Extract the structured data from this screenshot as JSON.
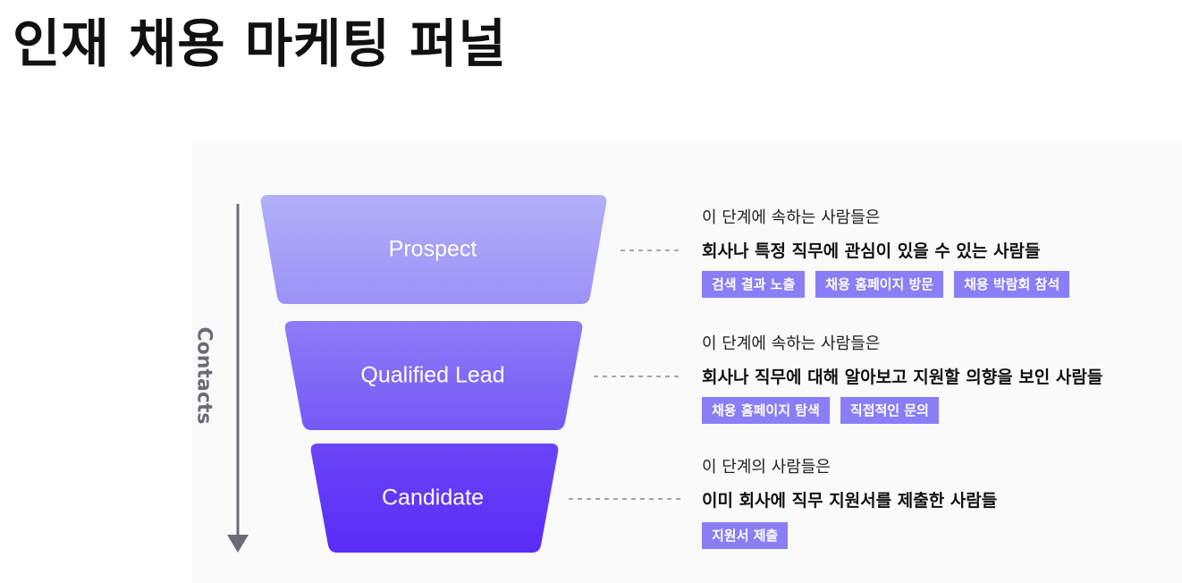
{
  "title": "인재 채용 마케팅 퍼널",
  "axis_label": "Contacts",
  "stages": [
    {
      "name": "Prospect",
      "lead": "이 단계에 속하는 사람들은",
      "description": "회사나 특정 직무에 관심이 있을 수 있는 사람들",
      "tags": [
        "검색 결과 노출",
        "채용 홈페이지 방문",
        "채용 박람회 참석"
      ],
      "color": "#a8a6f6"
    },
    {
      "name": "Qualified Lead",
      "lead": "이 단계에 속하는 사람들은",
      "description": "회사나 직무에 대해 알아보고 지원할 의향을 보인 사람들",
      "tags": [
        "채용 홈페이지 탐색",
        "직접적인 문의"
      ],
      "color": "#7d66f6"
    },
    {
      "name": "Candidate",
      "lead": "이 단계의 사람들은",
      "description": "이미 회사에 직무 지원서를 제출한 사람들",
      "tags": [
        "지원서 제출"
      ],
      "color": "#6236f8"
    }
  ]
}
